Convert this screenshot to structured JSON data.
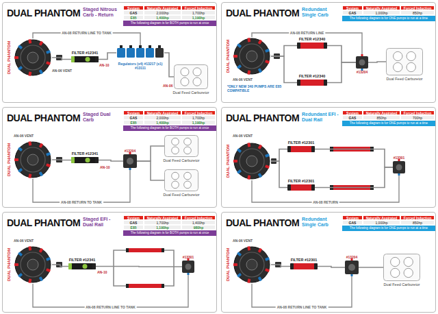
{
  "diagram": {
    "nodes": [
      {
        "text": [
          "DUAL PHANTOM",
          "Staged Nitrous Carb - Return"
        ]
      },
      {
        "text": [
          "DUAL PHANTOM"
        ],
        "in": 0
      },
      {
        "text": [
          "FILTER #12341"
        ],
        "in": 0
      },
      {
        "text": [
          "Regulators (x4) #13217 (x1) #13111"
        ],
        "in": 0
      },
      {
        "text": [
          "Dual Feed Carburetor"
        ],
        "in": 0
      },
      {
        "text": [
          "DUAL PHANTOM",
          "Redundant Single Carb"
        ]
      },
      {
        "text": [
          "DUAL PHANTOM"
        ],
        "in": 5
      },
      {
        "text": [
          "FILTER #12340"
        ],
        "in": 5
      },
      {
        "text": [
          "FILTER #12340"
        ],
        "in": 5
      },
      {
        "text": [
          "#13204"
        ],
        "in": 5
      },
      {
        "text": [
          "Dual Feed Carburetor"
        ],
        "in": 5
      },
      {
        "text": [
          "DUAL PHANTOM",
          "Staged Dual Carb"
        ]
      },
      {
        "text": [
          "DUAL PHANTOM"
        ],
        "in": 11
      },
      {
        "text": [
          "FILTER #12341"
        ],
        "in": 11
      },
      {
        "text": [
          "#13204"
        ],
        "in": 11
      },
      {
        "text": [
          "Dual Feed Carburetor"
        ],
        "in": 11
      },
      {
        "text": [
          "Dual Feed Carburetor"
        ],
        "in": 11
      },
      {
        "text": [
          "DUAL PHANTOM",
          "Redundant EFI - Dual Rail"
        ]
      },
      {
        "text": [
          "DUAL PHANTOM"
        ],
        "in": 17
      },
      {
        "text": [
          "FILTER #12301"
        ],
        "in": 17
      },
      {
        "text": [
          "FILTER #12301"
        ],
        "in": 17
      },
      {
        "text": [
          "#13301"
        ],
        "in": 17
      },
      {
        "text": [
          "DUAL PHANTOM",
          "Staged EFI - Dual Rail"
        ]
      },
      {
        "text": [
          "DUAL PHANTOM"
        ],
        "in": 22
      },
      {
        "text": [
          "FILTER #12341"
        ],
        "in": 22
      },
      {
        "text": [
          "#13301"
        ],
        "in": 22
      },
      {
        "text": [
          "DUAL PHANTOM",
          "Redundant Single Carb"
        ]
      },
      {
        "text": [
          "DUAL PHANTOM"
        ],
        "in": 26
      },
      {
        "text": [
          "FILTER #12301"
        ],
        "in": 26
      },
      {
        "text": [
          "#13204"
        ],
        "in": 26
      },
      {
        "text": [
          "Dual Feed Carburetor"
        ],
        "in": 26
      }
    ],
    "edges": [
      {
        "from": 1,
        "to": 2,
        "arrow": "none"
      },
      {
        "from": 2,
        "to": 3,
        "arrow": "none"
      },
      {
        "from": 3,
        "to": 4,
        "arrow": "none"
      },
      {
        "from": 3,
        "to": 1,
        "label": "AN-08 RETURN LINE TO TANK",
        "arrow": "none"
      },
      {
        "from": 6,
        "to": 7,
        "arrow": "none"
      },
      {
        "from": 6,
        "to": 8,
        "arrow": "none"
      },
      {
        "from": 7,
        "to": 9,
        "arrow": "none"
      },
      {
        "from": 8,
        "to": 9,
        "arrow": "none"
      },
      {
        "from": 9,
        "to": 10,
        "arrow": "none"
      },
      {
        "from": 9,
        "to": 6,
        "label": "AN-08 RETURN LINE",
        "arrow": "none"
      },
      {
        "from": 12,
        "to": 13,
        "arrow": "none"
      },
      {
        "from": 13,
        "to": 14,
        "arrow": "none"
      },
      {
        "from": 14,
        "to": 15,
        "arrow": "none"
      },
      {
        "from": 14,
        "to": 16,
        "arrow": "none"
      },
      {
        "from": 14,
        "to": 12,
        "label": "AN-08 RETURN TO TANK",
        "arrow": "none"
      },
      {
        "from": 18,
        "to": 19,
        "arrow": "none"
      },
      {
        "from": 18,
        "to": 20,
        "arrow": "none"
      },
      {
        "from": 19,
        "to": 21,
        "arrow": "none"
      },
      {
        "from": 20,
        "to": 21,
        "arrow": "none"
      },
      {
        "from": 21,
        "to": 18,
        "label": "AN-08 RETURN",
        "arrow": "none"
      },
      {
        "from": 23,
        "to": 24,
        "arrow": "none"
      },
      {
        "from": 24,
        "to": 25,
        "arrow": "none"
      },
      {
        "from": 25,
        "to": 23,
        "label": "AN-08 RETURN LINE TO TANK",
        "arrow": "none"
      },
      {
        "from": 27,
        "to": 28,
        "arrow": "none"
      },
      {
        "from": 28,
        "to": 29,
        "arrow": "none"
      },
      {
        "from": 29,
        "to": 30,
        "arrow": "none"
      },
      {
        "from": 29,
        "to": 27,
        "label": "AN-08 RETURN LINE TO TANK",
        "arrow": "none"
      }
    ],
    "labels": [
      "System",
      "Naturally Aspirated",
      "Forced Induction",
      "GAS",
      "2,000hp",
      "1,700hp",
      "E85",
      "1,400hp",
      "1,190hp",
      "The following diagram is for BOTH pumps to run at once",
      "AN-06 VENT",
      "AN-10",
      "AN-06",
      "System",
      "Naturally Aspirated",
      "Forced Induction",
      "GAS",
      "1,000hp",
      "850hp",
      "The following diagram is for ONE pumps to run at a time",
      "AN-06 VENT",
      "*ONLY NEW 340 PUMPS ARE E85 COMPATIBLE",
      "System",
      "Naturally Aspirated",
      "Forced Induction",
      "GAS",
      "2,000hp",
      "1,700hp",
      "E85",
      "1,400hp",
      "1,190hp",
      "The following diagram is for BOTH pumps to run at once",
      "AN-06 VENT",
      "AN-10",
      "System",
      "Naturally Aspirated",
      "Forced Induction",
      "GAS",
      "850hp",
      "700hp",
      "The following diagram is for ONE pumps to run at a time",
      "AN-06 VENT",
      "System",
      "Naturally Aspirated",
      "Forced Induction",
      "GAS",
      "1,700hp",
      "1,400hp",
      "E85",
      "1,190hp",
      "980hp",
      "The following diagram is for BOTH pumps to run at once",
      "AN-06 VENT",
      "AN-10",
      "System",
      "Naturally Aspirated",
      "Forced Induction",
      "GAS",
      "1,000hp",
      "850hp",
      "The following diagram is for ONE pumps to run at a time",
      "AN-06 VENT"
    ]
  }
}
